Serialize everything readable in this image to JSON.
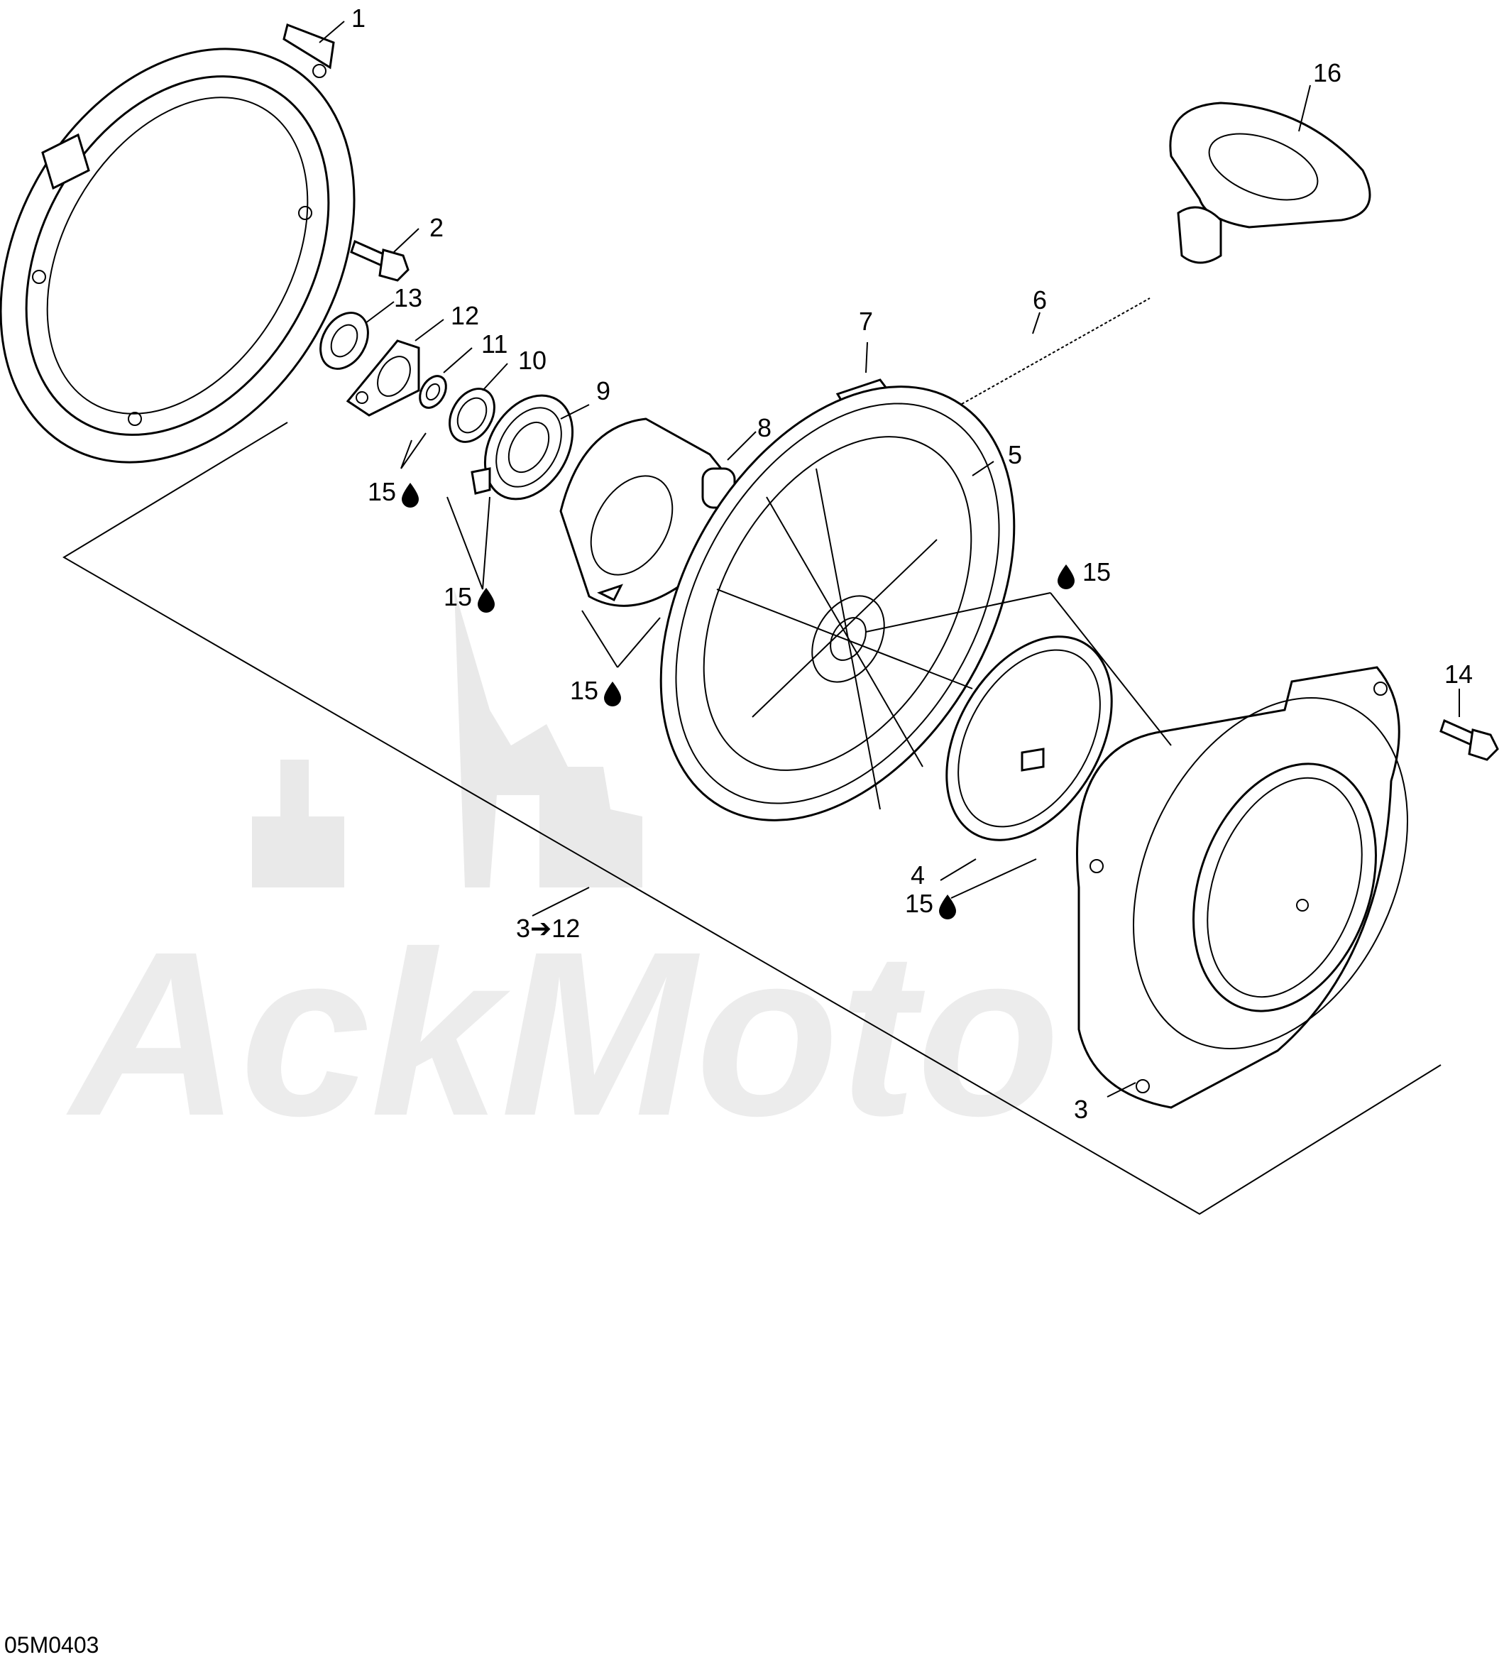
{
  "diagram_code": "05M0403",
  "watermark_text": "AckMoto",
  "callouts": {
    "c1": "1",
    "c2": "2",
    "c3": "3",
    "c3range": "3➔12",
    "c4": "4",
    "c5": "5",
    "c6": "6",
    "c7": "7",
    "c8": "8",
    "c9": "9",
    "c10": "10",
    "c11": "11",
    "c12": "12",
    "c13": "13",
    "c14": "14",
    "c16": "16",
    "c15a": "15",
    "c15b": "15",
    "c15c": "15",
    "c15d": "15",
    "c15e": "15"
  },
  "icons": {
    "lubricant": "oil-drop-icon"
  }
}
